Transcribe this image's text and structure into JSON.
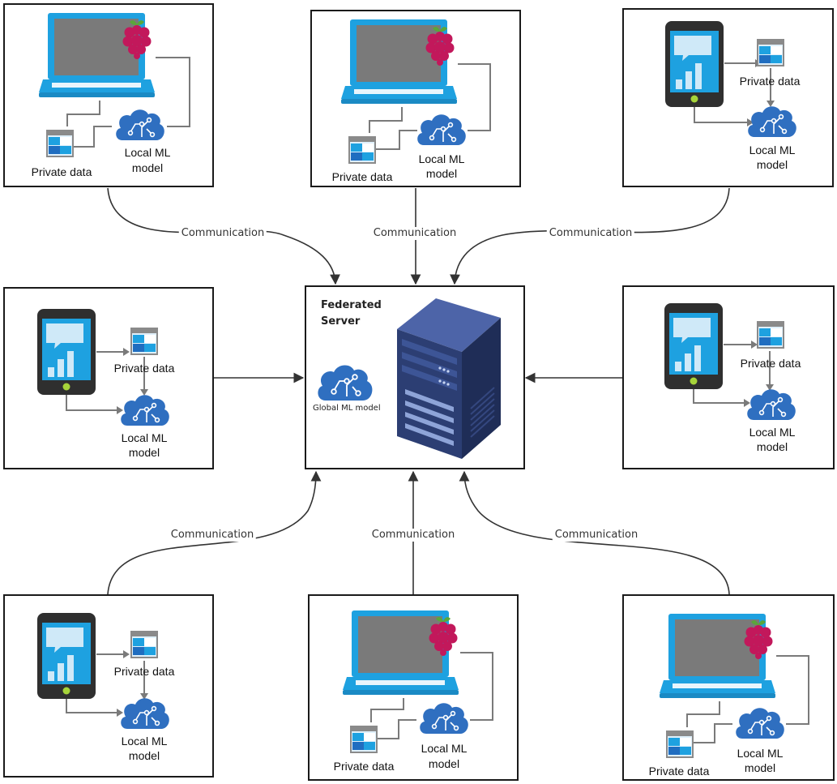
{
  "server": {
    "title_line1": "Federated",
    "title_line2": "Server",
    "global_model_label": "Global ML model",
    "icon": "server-rack-icon"
  },
  "link_label": "Communication",
  "nodes": [
    {
      "id": "top-left",
      "device": "laptop-raspberry-pi",
      "data_label": "Private data",
      "model_label_line1": "Local ML",
      "model_label_line2": "model"
    },
    {
      "id": "top-center",
      "device": "laptop-raspberry-pi",
      "data_label": "Private data",
      "model_label_line1": "Local ML",
      "model_label_line2": "model"
    },
    {
      "id": "top-right",
      "device": "smartphone",
      "data_label": "Private data",
      "model_label_line1": "Local ML",
      "model_label_line2": "model"
    },
    {
      "id": "middle-left",
      "device": "smartphone",
      "data_label": "Private data",
      "model_label_line1": "Local ML",
      "model_label_line2": "model"
    },
    {
      "id": "middle-right",
      "device": "smartphone",
      "data_label": "Private data",
      "model_label_line1": "Local ML",
      "model_label_line2": "model"
    },
    {
      "id": "bottom-left",
      "device": "smartphone",
      "data_label": "Private data",
      "model_label_line1": "Local ML",
      "model_label_line2": "model"
    },
    {
      "id": "bottom-center",
      "device": "laptop-raspberry-pi",
      "data_label": "Private data",
      "model_label_line1": "Local ML",
      "model_label_line2": "model"
    },
    {
      "id": "bottom-right",
      "device": "laptop-raspberry-pi",
      "data_label": "Private data",
      "model_label_line1": "Local ML",
      "model_label_line2": "model"
    }
  ],
  "icons": {
    "laptop": "laptop-icon",
    "raspberry_pi": "raspberry-pi-icon",
    "smartphone": "smartphone-icon",
    "data_table": "data-table-icon",
    "brain": "brain-circuit-icon"
  },
  "colors": {
    "device_blue": "#1ea1e0",
    "screen_gray": "#7a7a7a",
    "phone_body": "#2f2f2f",
    "brain_blue": "#2f6fc0",
    "berry_red": "#c2185b",
    "leaf_green": "#5aa63a",
    "server_navy": "#2c3e73",
    "line": "#333333"
  }
}
